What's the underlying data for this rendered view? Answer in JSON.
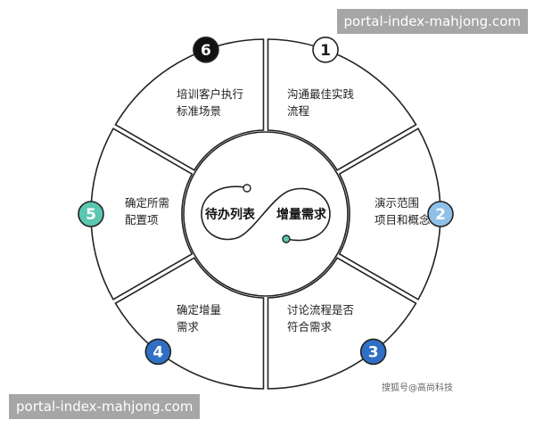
{
  "watermark_top": "portal-index-mahjong.com",
  "watermark_bottom": "portal-index-mahjong.com",
  "source_tag": "搜狐号@高尚科技",
  "center": {
    "left_label": "待办列表",
    "right_label": "增量需求"
  },
  "steps": [
    {
      "number": "1",
      "line1": "沟通最佳实践",
      "line2": "流程",
      "color": "#ffffff",
      "text_color": "#222222"
    },
    {
      "number": "2",
      "line1": "演示范围",
      "line2": "项目和概念",
      "color": "#8fc0e8",
      "text_color": "#ffffff"
    },
    {
      "number": "3",
      "line1": "讨论流程是否",
      "line2": "符合需求",
      "color": "#2f6fc4",
      "text_color": "#ffffff"
    },
    {
      "number": "4",
      "line1": "确定增量",
      "line2": "需求",
      "color": "#2f6fc4",
      "text_color": "#ffffff"
    },
    {
      "number": "5",
      "line1": "确定所需",
      "line2": "配置项",
      "color": "#5cc6b0",
      "text_color": "#ffffff"
    },
    {
      "number": "6",
      "line1": "培训客户执行",
      "line2": "标准场景",
      "color": "#111111",
      "text_color": "#ffffff"
    }
  ]
}
